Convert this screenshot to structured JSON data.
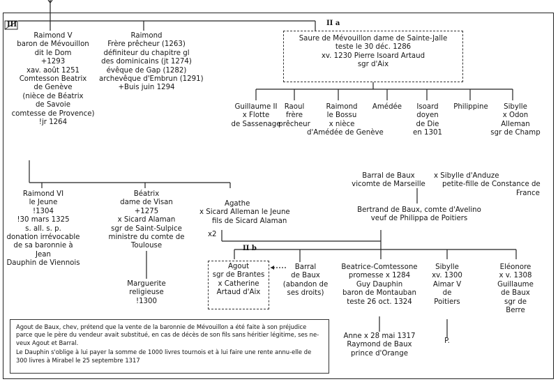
{
  "markers": {
    "section_roman": "III",
    "branch_a": "II a",
    "branch_b": "II b"
  },
  "people": {
    "raimond_v": {
      "lines": [
        "Raimond V",
        "baron de Mévouillon",
        "dit le Dom",
        "+1293",
        "xav. août 1251",
        "Comtesson Beatrix",
        "de Genève",
        "(nièce de Béatrix",
        "de Savoie",
        "comtesse de Provence)",
        "!jr 1264"
      ]
    },
    "raimond_frere": {
      "lines": [
        "Raimond",
        "Frère prêcheur (1263)",
        "définiteur du chapitre gl",
        "des dominicains (jt 1274)",
        "évêque de Gap (1282)",
        "archevêque d'Embrun (1291)",
        "+Buis juin 1294"
      ]
    },
    "saure": {
      "lines": [
        "Saure de Mévouillon dame de Sainte-Jalle",
        "teste le 30 déc. 1286",
        "xv. 1230 Pierre Isoard Artaud",
        "sgr d'Aix"
      ]
    },
    "guillaume": {
      "lines": [
        "Guillaume II",
        "x Flotte",
        "de Sassenage"
      ]
    },
    "raoul": {
      "lines": [
        "Raoul",
        "frère",
        "prêcheur"
      ]
    },
    "raimond_bossu": {
      "lines": [
        "Raimond",
        "le Bossu",
        "x nièce",
        "d'Amédée de Genève"
      ]
    },
    "amedee": {
      "lines": [
        "Amédée"
      ]
    },
    "isoard": {
      "lines": [
        "Isoard",
        "doyen",
        "de Die",
        "en 1301"
      ]
    },
    "philippine": {
      "lines": [
        "Philippine"
      ]
    },
    "sibylle_top": {
      "lines": [
        "Sibylle",
        "x Odon",
        "Alleman",
        "sgr de Champ"
      ]
    },
    "raimond_vi": {
      "lines": [
        "Raimond VI",
        "le Jeune",
        "!1304",
        "!30 mars 1325",
        "s. all. s. p.",
        "donation irrévocable",
        "de sa baronnie à",
        "Jean",
        "Dauphin de Viennois"
      ]
    },
    "beatrix_visan": {
      "lines": [
        "Béatrix",
        "dame de Visan",
        "+1275",
        "x Sicard Alaman",
        "sgr de Saint-Sulpice",
        "ministre du comte de",
        "Toulouse"
      ]
    },
    "marguerite": {
      "lines": [
        "Marguerite",
        "religieuse",
        "!1300"
      ]
    },
    "agathe": {
      "lines": [
        "Agathe",
        "x Sicard Alleman le Jeune",
        "fils de Sicard Alaman"
      ]
    },
    "x2": "x2",
    "barral_baux": {
      "lines": [
        "Barral de Baux",
        "vicomte de Marseille"
      ]
    },
    "sibylle_anduze": {
      "lines": [
        "x Sibylle d'Anduze",
        "petite-fille de Constance de",
        "France"
      ]
    },
    "bertrand": {
      "lines": [
        "Bertrand de Baux, comte d'Avelino",
        "veuf de Philippa de Poitiers"
      ]
    },
    "agout": {
      "lines": [
        "Agout",
        "sgr de Brantes",
        "x Catherine",
        "Artaud d'Aix"
      ]
    },
    "barral_b": {
      "lines": [
        "Barral",
        "de Baux",
        "(abandon de",
        "ses droits)"
      ]
    },
    "beatrice": {
      "lines": [
        "Beatrice-Comtessone",
        "promesse x 1284",
        "Guy Dauphin",
        "baron de Montauban",
        "teste 26 oct. 1324"
      ]
    },
    "anne": {
      "lines": [
        "Anne x 28 mai 1317",
        "Raymond de Baux",
        "prince d'Orange"
      ]
    },
    "sibylle_b": {
      "lines": [
        "Sibylle",
        "xv. 1300",
        "Aimar V",
        "de",
        "Poitiers",
        "P."
      ]
    },
    "eleonore": {
      "lines": [
        "Eléonore",
        "x v. 1308",
        "Guillaume",
        "de Baux",
        "sgr de",
        "Berre"
      ]
    }
  },
  "note": {
    "paragraphs": [
      "Agout de Baux, chev, prétend que la vente de la baronnie de Mévouillon a été faite à son préjudice parce que le père du vendeur avait substitué, en cas de décès de son fils sans héritier légitime, ses ne-veux Agout et Barral.",
      "Le Dauphin s'oblige à lui payer la somme de 1000 livres tournois et à lui faire une rente annu-elle de 300 livres à Mirabel le 25 septembre 1317"
    ]
  }
}
